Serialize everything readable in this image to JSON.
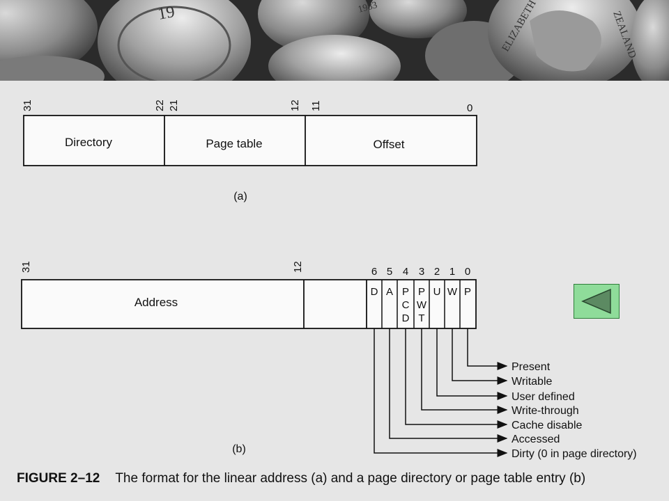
{
  "banner": {
    "image": "coins-photo",
    "coin_texts": [
      "19",
      "1983",
      "ELIZABETH",
      "ZEALAND"
    ]
  },
  "part_a": {
    "bit_labels": [
      "31",
      "22",
      "21",
      "12",
      "11",
      "0"
    ],
    "fields": [
      "Directory",
      "Page table",
      "Offset"
    ],
    "label": "(a)"
  },
  "part_b": {
    "bit_labels": [
      "31",
      "12"
    ],
    "address_label": "Address",
    "flag_bits": [
      "6",
      "5",
      "4",
      "3",
      "2",
      "1",
      "0"
    ],
    "flag_letters": [
      "D",
      "A",
      "P\nC\nD",
      "P\nW\nT",
      "U",
      "W",
      "P"
    ],
    "flag_descriptions": [
      "Present",
      "Writable",
      "User defined",
      "Write-through",
      "Cache disable",
      "Accessed",
      "Dirty (0 in page directory)"
    ],
    "label": "(b)"
  },
  "caption": {
    "figure": "FIGURE 2–12",
    "text": "The format for the linear address (a) and a page directory or page table entry (b)"
  },
  "nav": {
    "back_icon": "triangle-left-icon",
    "button_color": "#8fdc9a"
  }
}
